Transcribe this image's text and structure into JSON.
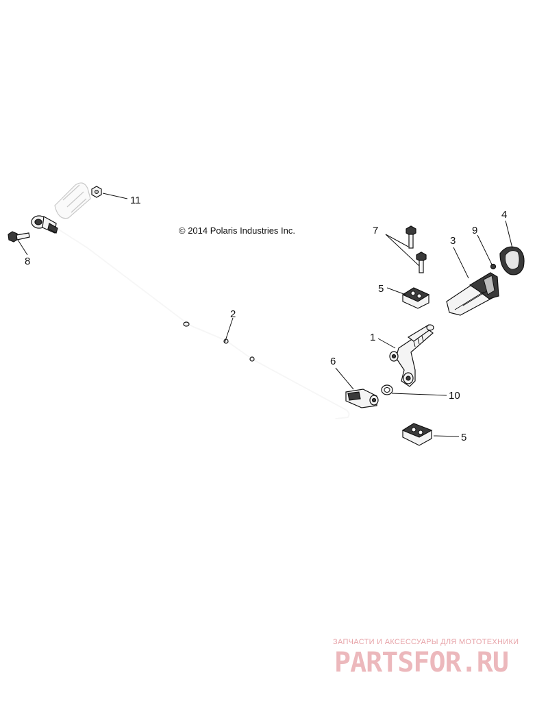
{
  "copyright": "© 2014 Polaris Industries Inc.",
  "callouts": [
    {
      "id": "c1",
      "label": "1"
    },
    {
      "id": "c2",
      "label": "2"
    },
    {
      "id": "c3",
      "label": "3"
    },
    {
      "id": "c4",
      "label": "4"
    },
    {
      "id": "c5a",
      "label": "5"
    },
    {
      "id": "c5b",
      "label": "5"
    },
    {
      "id": "c6",
      "label": "6"
    },
    {
      "id": "c7",
      "label": "7"
    },
    {
      "id": "c8",
      "label": "8"
    },
    {
      "id": "c9",
      "label": "9"
    },
    {
      "id": "c10",
      "label": "10"
    },
    {
      "id": "c11",
      "label": "11"
    }
  ],
  "watermark": {
    "subtitle": "ЗАПЧАСТИ И АКСЕССУАРЫ ДЛЯ МОТОТЕХНИКИ",
    "brand": "PARTSFOR.RU",
    "color": "#e8a0a6"
  }
}
